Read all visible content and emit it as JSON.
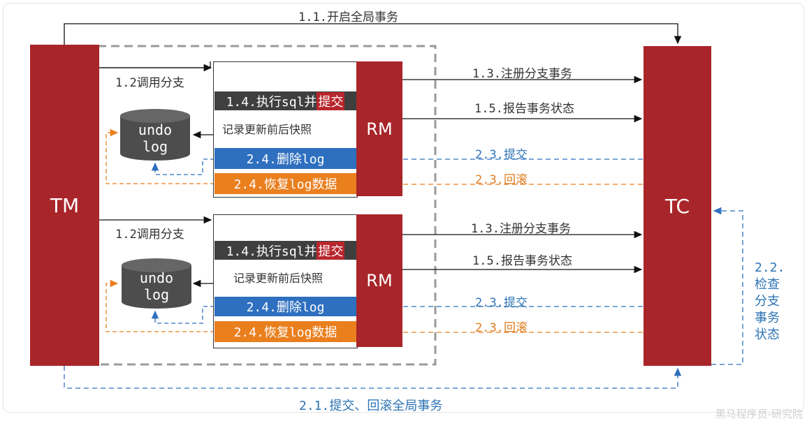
{
  "nodes": {
    "tm": "TM",
    "tc": "TC",
    "rm": "RM"
  },
  "labels": {
    "begin_global": "1.1.开启全局事务",
    "call_branch": "1.2调用分支",
    "register_branch": "1.3.注册分支事务",
    "execute_sql_prefix": "1.4.执行sql并",
    "execute_sql_commit": "提交",
    "report_status": "1.5.报告事务状态",
    "record_snapshot": "记录更新前后快照",
    "delete_log": "2.4.删除log",
    "restore_log": "2.4.恢复log数据",
    "commit": "2.3.提交",
    "rollback": "2.3.回滚",
    "global_commit_rollback": "2.1.提交、回滚全局事务",
    "check_status": [
      "2.2.",
      "检查",
      "分支",
      "事务",
      "状态"
    ]
  },
  "db": {
    "line1": "undo",
    "line2": "log"
  },
  "watermark": "黑马程序员-研究院",
  "colors": {
    "node": "#a8252a",
    "blue": "#2e6fbf",
    "orange": "#ea7f1e",
    "dark": "#3f3f3f"
  }
}
